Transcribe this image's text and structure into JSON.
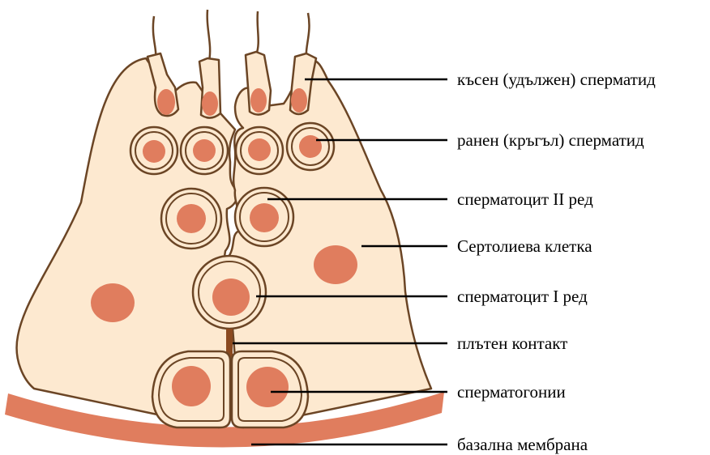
{
  "colors": {
    "cytoplasm": "#fde9d0",
    "nucleus": "#e07d5e",
    "outline": "#6b4525",
    "membrane": "#e07d5e",
    "tight_junction": "#8b4a20",
    "leader": "#000000"
  },
  "labels": [
    "късен (удължен) сперматид",
    "ранен (кръгъл) сперматид",
    "сперматоцит II ред",
    "Сертолиева клетка",
    "сперматоцит I ред",
    "плътен контакт",
    "сперматогонии",
    "базална мембрана"
  ]
}
